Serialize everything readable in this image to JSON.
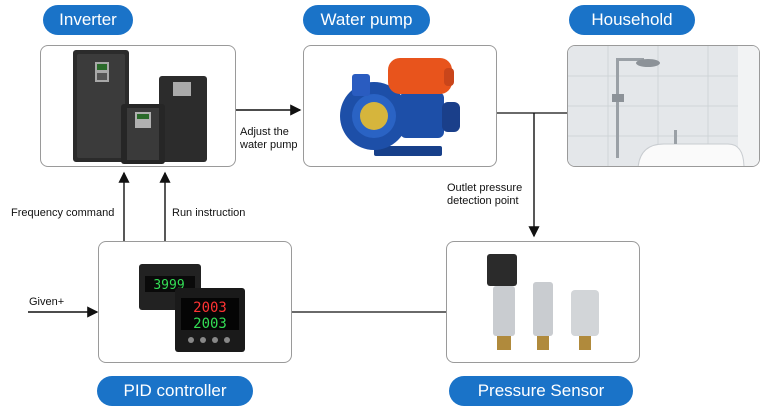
{
  "nodes": {
    "inverter": "Inverter",
    "water_pump": "Water pump",
    "household": "Household",
    "pid_controller": "PID controller",
    "pressure_sensor": "Pressure Sensor"
  },
  "edges": {
    "adjust_pump": [
      "Adjust the",
      "water pump"
    ],
    "outlet": [
      "Outlet pressure",
      "detection point"
    ],
    "frequency": "Frequency command",
    "run": "Run instruction",
    "given": "Given+"
  },
  "displays": {
    "pid_top": "3999",
    "pid_bottom_red": "2003",
    "pid_bottom_green": "2003"
  },
  "colors": {
    "accent": "#1a73c8",
    "pump_body": "#1d4fa8",
    "pump_motor": "#e8541c"
  }
}
